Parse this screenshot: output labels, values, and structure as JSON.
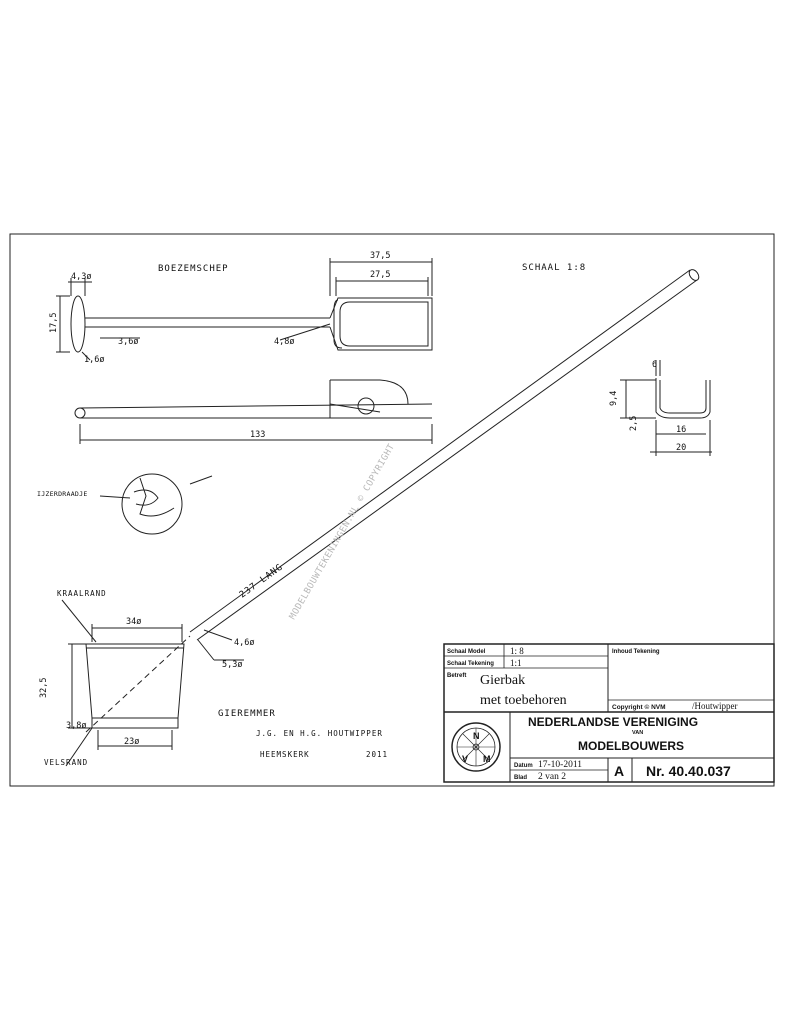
{
  "drawing": {
    "part_title": "BOEZEMSCHEP",
    "scale_note": "SCHAAL 1:8",
    "bucket_title": "GIEREMMER",
    "makers": "J.G. EN H.G. HOUTWIPPER",
    "place": "HEEMSKERK",
    "year": "2011",
    "wire_label": "IJZERDRAADJE",
    "rim_top_label": "KRAALRAND",
    "rim_bottom_label": "VELSRAND",
    "handle_length_label": "237 LANG",
    "watermark": "MODELBOUWTEKENINGEN.NL © COPYRIGHT",
    "dims": {
      "d43": "4,3ø",
      "d173": "17,5",
      "d16": "1,6ø",
      "d36": "3,6ø",
      "d375": "37,5",
      "d275": "27,5",
      "d48": "4,8ø",
      "d133": "133",
      "d6": "6",
      "d94": "9,4",
      "d25": "2,5",
      "d16b": "16",
      "d20": "20",
      "d34": "34ø",
      "d46": "4,6ø",
      "d53": "5,3ø",
      "d325": "32,5",
      "d38": "3,8ø",
      "d23": "23ø"
    }
  },
  "title_block": {
    "schaal_model_label": "Schaal Model",
    "schaal_model_value": "1: 8",
    "schaal_tekening_label": "Schaal Tekening",
    "schaal_tekening_value": "1:1",
    "betreft_label": "Betreft",
    "betreft_line1": "Gierbak",
    "betreft_line2": "met toebehoren",
    "inhoud_label": "Inhoud Tekening",
    "copyright_prefix": "Copyright © NVM",
    "copyright_suffix": "/Houtwipper",
    "org_line1": "NEDERLANDSE VERENIGING",
    "org_van": "VAN",
    "org_line2": "MODELBOUWERS",
    "datum_label": "Datum",
    "datum_value": "17-10-2011",
    "blad_label": "Blad",
    "blad_value": "2 van 2",
    "format": "A",
    "number": "Nr. 40.40.037",
    "logo_letters": [
      "N",
      "V",
      "M"
    ]
  }
}
